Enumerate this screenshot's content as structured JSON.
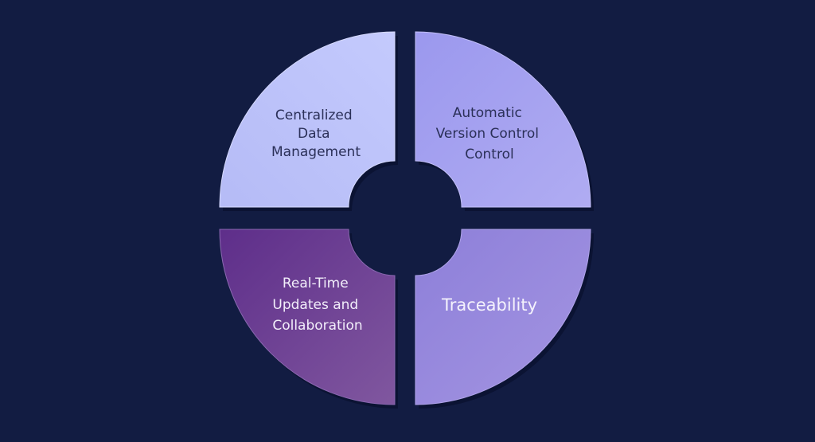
{
  "diagram": {
    "segments": [
      {
        "id": "top-left",
        "lines": [
          "Centralized",
          "Data",
          "Management"
        ],
        "color_start": "#b5bbf6",
        "color_end": "#c4cafd",
        "text_color": "#2b3058"
      },
      {
        "id": "top-right",
        "lines": [
          "Automatic",
          "Version Control",
          "Control"
        ],
        "color_start": "#9b98ee",
        "color_end": "#b0acf2",
        "text_color": "#2b3058"
      },
      {
        "id": "bottom-left",
        "lines": [
          "Real-Time",
          "Updates and",
          "Collaboration"
        ],
        "color_start": "#5e2e8a",
        "color_end": "#80579f",
        "text_color": "#f2eefa"
      },
      {
        "id": "bottom-right",
        "lines": [
          "Traceability"
        ],
        "color_start": "#8d7fd9",
        "color_end": "#a495e2",
        "text_color": "#f4f2fc"
      }
    ],
    "background": "#121c42"
  }
}
